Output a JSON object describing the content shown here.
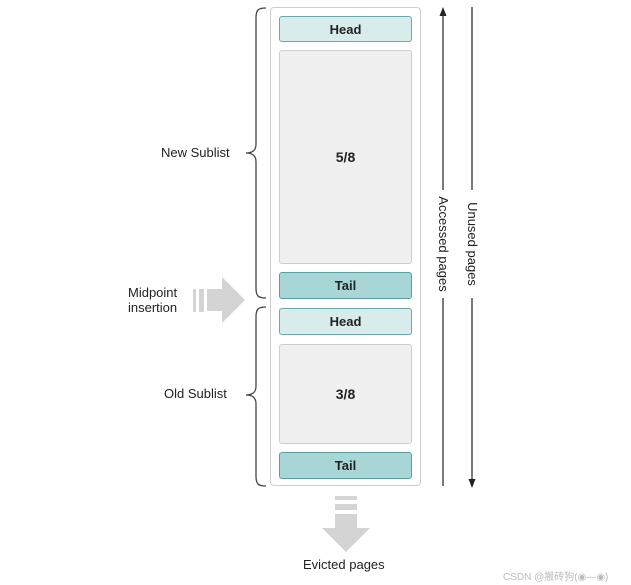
{
  "new_sublist": {
    "label": "New Sublist",
    "head": "Head",
    "fraction": "5/8",
    "tail": "Tail"
  },
  "old_sublist": {
    "label": "Old Sublist",
    "head": "Head",
    "fraction": "3/8",
    "tail": "Tail"
  },
  "midpoint": {
    "line1": "Midpoint",
    "line2": "insertion"
  },
  "arrows": {
    "accessed_pages": "Accessed pages",
    "unused_pages": "Unused pages"
  },
  "evicted": {
    "label": "Evicted pages"
  },
  "watermark": "CSDN @搬砖狗(◉—◉)",
  "colors": {
    "head_fill": "#d9ecec",
    "tail_fill": "#a8d6d6",
    "block_border": "#5c9ea0",
    "body_fill": "#f0f0f0",
    "arrow_gray": "#d4d4d4"
  }
}
